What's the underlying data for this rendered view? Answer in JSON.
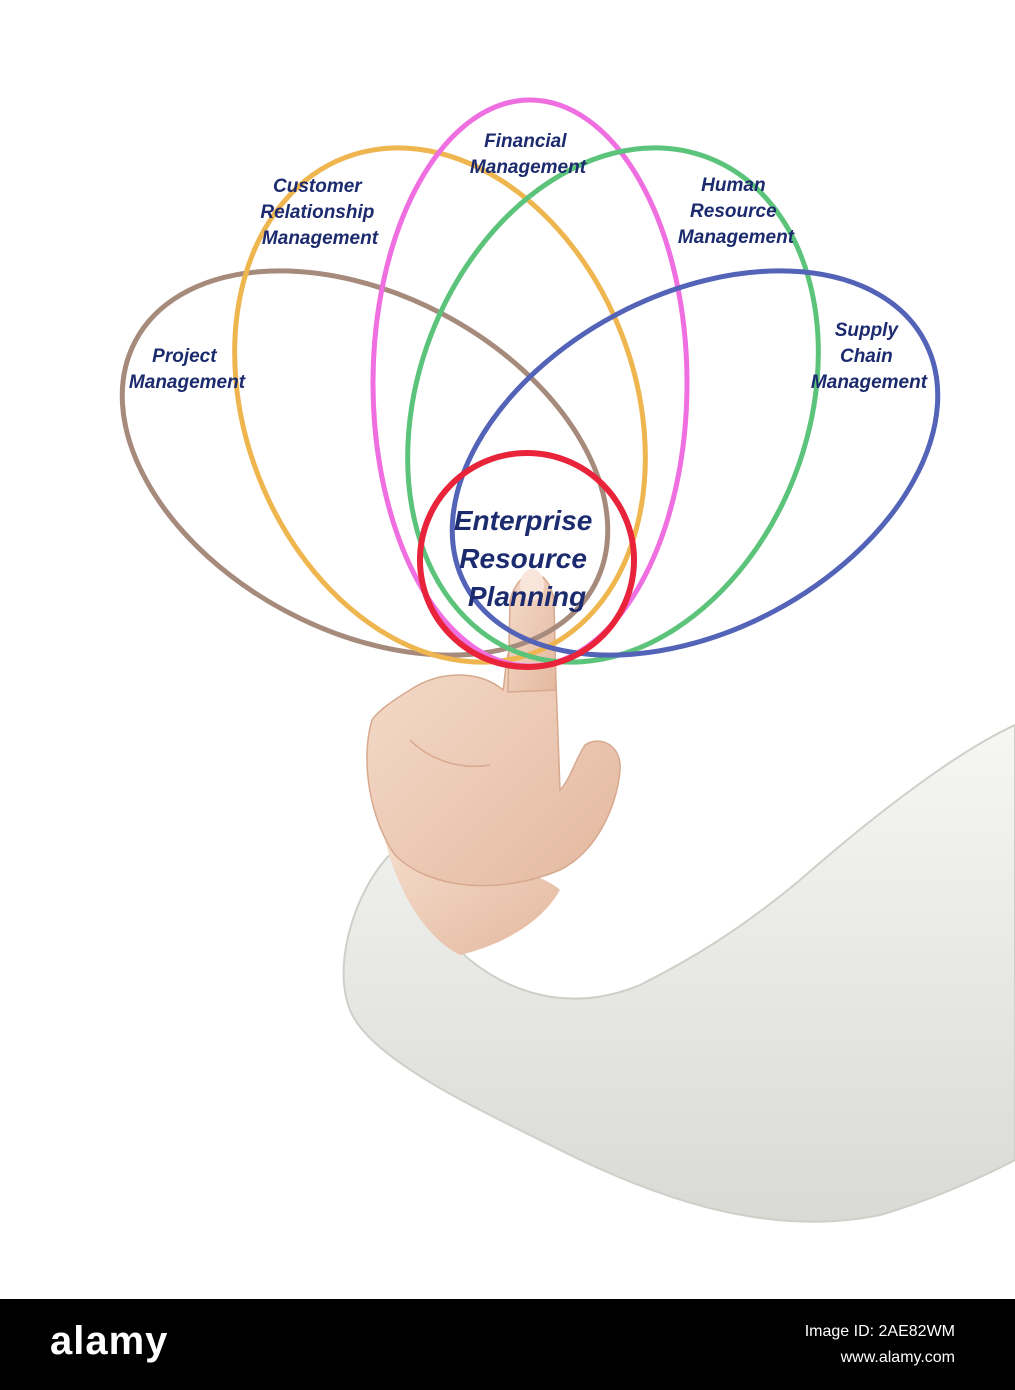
{
  "diagram": {
    "center": {
      "lines": [
        "Enterprise",
        "Resource",
        "Planning"
      ],
      "color": "#e8233a"
    },
    "petals": [
      {
        "id": "project",
        "lines": [
          "Project",
          "Management"
        ],
        "color": "#a68a7c"
      },
      {
        "id": "customer",
        "lines": [
          "Customer",
          "Relationship",
          "Management"
        ],
        "color": "#efb650"
      },
      {
        "id": "financial",
        "lines": [
          "Financial",
          "Management"
        ],
        "color": "#ef6ee0"
      },
      {
        "id": "human",
        "lines": [
          "Human",
          "Resource",
          "Management"
        ],
        "color": "#5cc47a"
      },
      {
        "id": "supply",
        "lines": [
          "Supply",
          "Chain",
          "Management"
        ],
        "color": "#5263b8"
      }
    ]
  },
  "footer": {
    "brand": "alamy",
    "image_id": "Image ID: 2AE82WM",
    "site": "www.alamy.com"
  }
}
